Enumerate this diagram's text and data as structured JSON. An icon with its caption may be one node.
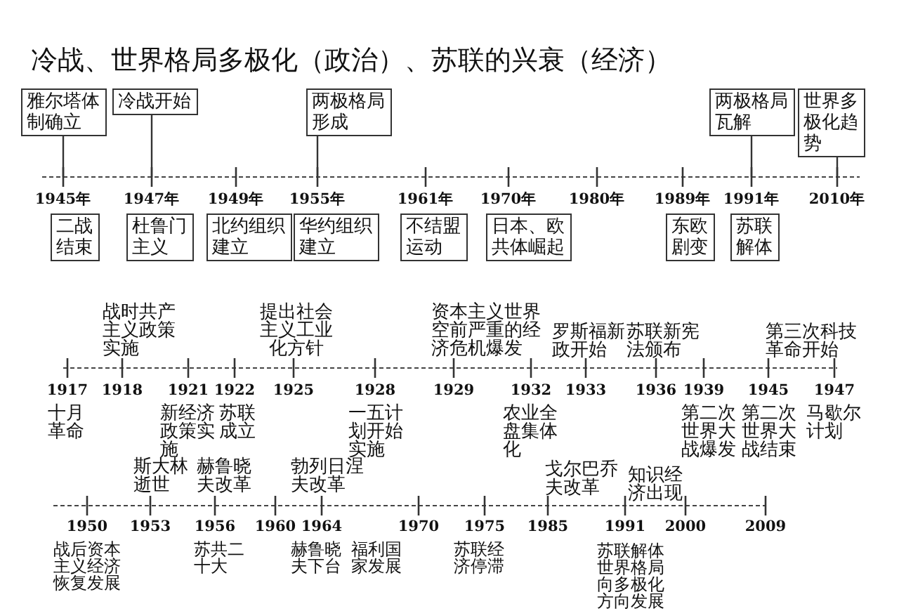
{
  "diagram": {
    "title": "冷战、世界格局多极化（政治）、苏联的兴衰（经济）",
    "nodes": [
      {
        "text": [
          "雅尔塔体制确立"
        ]
      },
      {
        "text": [
          "冷战开始"
        ]
      },
      {
        "text": [
          "两极格局形成"
        ]
      },
      {
        "text": [
          "两极格局瓦解"
        ]
      },
      {
        "text": [
          "世界多极化趋势"
        ]
      },
      {
        "text": [
          "二战结束"
        ]
      },
      {
        "text": [
          "杜鲁门主义"
        ]
      },
      {
        "text": [
          "北约组织建立"
        ]
      },
      {
        "text": [
          "华约组织建立"
        ]
      },
      {
        "text": [
          "不结盟运动"
        ]
      },
      {
        "text": [
          "日本、欧共体崛起"
        ]
      },
      {
        "text": [
          "东欧剧变"
        ]
      },
      {
        "text": [
          "苏联解体"
        ]
      }
    ],
    "edges": [
      {
        "from": 0,
        "to": null,
        "arrow": "none"
      },
      {
        "from": 1,
        "to": null,
        "arrow": "none"
      },
      {
        "from": 2,
        "to": null,
        "arrow": "none"
      },
      {
        "from": 3,
        "to": null,
        "arrow": "none"
      },
      {
        "from": 4,
        "to": null,
        "arrow": "none"
      }
    ],
    "labels": [
      "1945年",
      "1947年",
      "1949年",
      "1955年",
      "1961年",
      "1970年",
      "1980年",
      "1989年",
      "1991年",
      "2010年",
      "战时共产主义政策实施",
      "提出社会主义工业化方针",
      "资本主义世界空前严重的经济危机爆发",
      "罗斯福新政开始",
      "苏联新宪法颁布",
      "第三次科技革命开始",
      "1917",
      "1918",
      "1921",
      "1922",
      "1925",
      "1928",
      "1929",
      "1932",
      "1933",
      "1936",
      "1939",
      "1945",
      "1947",
      "十月革命",
      "新经济政策实施",
      "苏联成立",
      "一五计划开始实施",
      "农业全盘集体化",
      "第二次世界大战爆发",
      "第二次世界大战结束",
      "马歇尔计划",
      "斯大林逝世",
      "赫鲁晓夫改革",
      "勃列日涅夫改革",
      "戈尔巴乔夫改革",
      "知识经济出现",
      "1950",
      "1953",
      "1956",
      "1960",
      "1964",
      "1970",
      "1975",
      "1985",
      "1991",
      "2000",
      "2009",
      "战后资本主义经济恢复发展",
      "苏共二十大",
      "赫鲁晓夫下台",
      "福利国家发展",
      "苏联经济停滞",
      "苏联解体",
      "世界格局向多极化方向发展"
    ]
  }
}
